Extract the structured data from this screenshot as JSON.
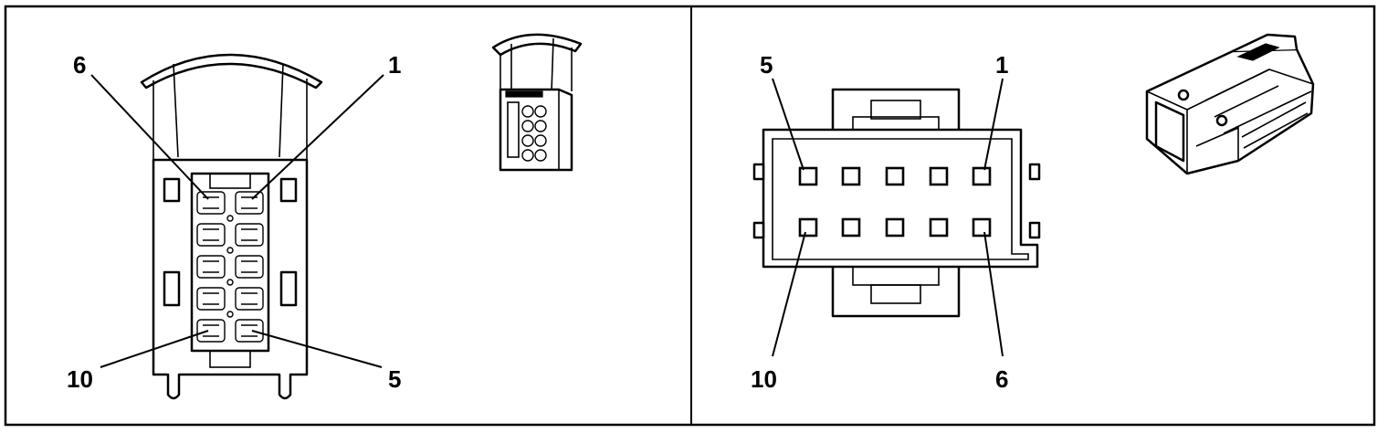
{
  "left_panel": {
    "labels": {
      "top_left": "6",
      "top_right": "1",
      "bottom_left": "10",
      "bottom_right": "5"
    }
  },
  "right_panel": {
    "labels": {
      "top_left": "5",
      "top_right": "1",
      "bottom_left": "10",
      "bottom_right": "6"
    }
  }
}
